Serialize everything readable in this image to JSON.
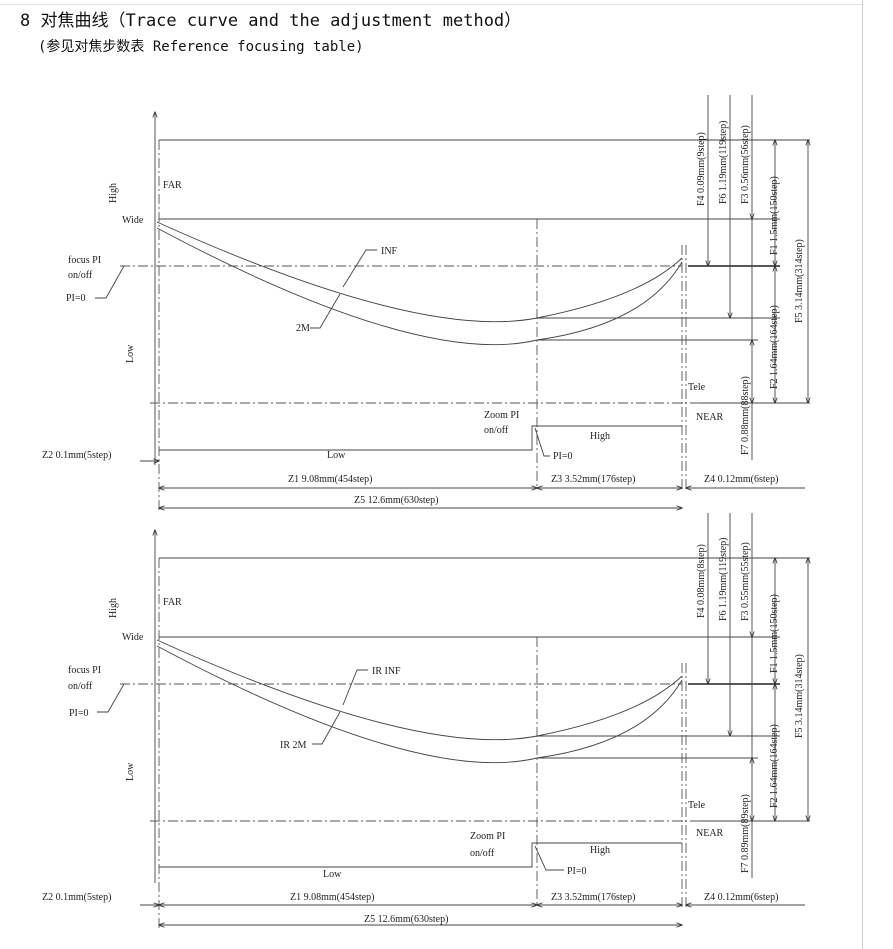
{
  "header": {
    "title": "8 对焦曲线（Trace curve and the adjustment method）",
    "subtitle": "(参见对焦步数表 Reference focusing  table)"
  },
  "diagrams": [
    {
      "labels": {
        "high": "High",
        "low_axis": "Low",
        "far": "FAR",
        "wide": "Wide",
        "focus_pi": "focus PI",
        "on_off": "on/off",
        "pi0": "PI=0",
        "curve_upper": "INF",
        "curve_lower": "2M",
        "tele": "Tele",
        "near": "NEAR",
        "zoom_pi": "Zoom PI",
        "zoom_on_off": "on/off",
        "zoom_high": "High",
        "zoom_low": "Low",
        "zoom_pi0": "PI=0"
      },
      "dimensions": {
        "z2": "Z2  0.1mm(5step)",
        "z1": "Z1  9.08mm(454step)",
        "z3": "Z3  3.52mm(176step)",
        "z4": "Z4  0.12mm(6step)",
        "z5": "Z5 12.6mm(630step)",
        "f4": "F4  0.09mm(9step)",
        "f6": "F6  1.19mm(119step)",
        "f3": "F3  0.56mm(56step)",
        "f1": "F1  1.5mm(150step)",
        "f5": "F5  3.14mm(314step)",
        "f2": "F2  1.64mm(164step)",
        "f7": "F7  0.88mm(88step)"
      }
    },
    {
      "labels": {
        "high": "High",
        "low_axis": "Low",
        "far": "FAR",
        "wide": "Wide",
        "focus_pi": "focus PI",
        "on_off": "on/off",
        "pi0": "PI=0",
        "curve_upper": "IR INF",
        "curve_lower": "IR 2M",
        "tele": "Tele",
        "near": "NEAR",
        "zoom_pi": "Zoom PI",
        "zoom_on_off": "on/off",
        "zoom_high": "High",
        "zoom_low": "Low",
        "zoom_pi0": "PI=0"
      },
      "dimensions": {
        "z2": "Z2  0.1mm(5step)",
        "z1": "Z1  9.08mm(454step)",
        "z3": "Z3  3.52mm(176step)",
        "z4": "Z4  0.12mm(6step)",
        "z5": "Z5  12.6mm(630step)",
        "f4": "F4  0.08mm(8step)",
        "f6": "F6  1.19mm(119step)",
        "f3": "F3  0.55mm(55step)",
        "f1": "F1  1.5mm(150step)",
        "f5": "F5  3.14mm(314step)",
        "f2": "F2  1.64mm(164step)",
        "f7": "F7  0.89mm(89step)"
      }
    }
  ]
}
